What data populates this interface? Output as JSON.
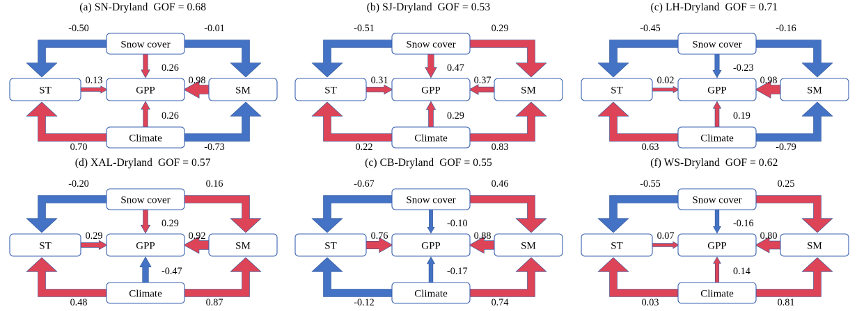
{
  "figure": {
    "colors": {
      "positive": "#DD4457",
      "negative": "#4472C4",
      "box_border": "#3A61B0",
      "box_fill": "#FFFFFF",
      "text": "#000000",
      "background": "#FFFFFF"
    },
    "nodes": {
      "snow": "Snow cover",
      "st": "ST",
      "gpp": "GPP",
      "sm": "SM",
      "climate": "Climate"
    },
    "panels": [
      {
        "id": "panel-a",
        "title": "(a) SN-Dryland  GOF = 0.68",
        "letter": "(a)",
        "site": "SN-Dryland",
        "gof": "0.68",
        "paths": {
          "snow_to_st": "-0.50",
          "snow_to_sm": "-0.01",
          "snow_to_gpp": "0.26",
          "st_to_gpp": "0.13",
          "sm_to_gpp": "0.98",
          "climate_to_gpp": "0.26",
          "climate_to_st": "0.70",
          "climate_to_sm": "-0.73"
        }
      },
      {
        "id": "panel-b",
        "title": "(b) SJ-Dryland  GOF = 0.53",
        "letter": "(b)",
        "site": "SJ-Dryland",
        "gof": "0.53",
        "paths": {
          "snow_to_st": "-0.51",
          "snow_to_sm": "0.29",
          "snow_to_gpp": "0.47",
          "st_to_gpp": "0.31",
          "sm_to_gpp": "0.37",
          "climate_to_gpp": "0.29",
          "climate_to_st": "0.22",
          "climate_to_sm": "0.83"
        }
      },
      {
        "id": "panel-c",
        "title": "(c) LH-Dryland  GOF = 0.71",
        "letter": "(c)",
        "site": "LH-Dryland",
        "gof": "0.71",
        "paths": {
          "snow_to_st": "-0.45",
          "snow_to_sm": "-0.16",
          "snow_to_gpp": "-0.23",
          "st_to_gpp": "0.02",
          "sm_to_gpp": "0.98",
          "climate_to_gpp": "0.19",
          "climate_to_st": "0.63",
          "climate_to_sm": "-0.79"
        }
      },
      {
        "id": "panel-d",
        "title": "(d) XAL-Dryland  GOF = 0.57",
        "letter": "(d)",
        "site": "XAL-Dryland",
        "gof": "0.57",
        "paths": {
          "snow_to_st": "-0.20",
          "snow_to_sm": "0.16",
          "snow_to_gpp": "0.29",
          "st_to_gpp": "0.29",
          "sm_to_gpp": "0.92",
          "climate_to_gpp": "-0.47",
          "climate_to_st": "0.48",
          "climate_to_sm": "0.87"
        }
      },
      {
        "id": "panel-e",
        "title": "(c) CB-Dryland  GOF = 0.55",
        "letter": "(c)",
        "site": "CB-Dryland",
        "gof": "0.55",
        "paths": {
          "snow_to_st": "-0.67",
          "snow_to_sm": "0.46",
          "snow_to_gpp": "-0.10",
          "st_to_gpp": "0.76",
          "sm_to_gpp": "0.88",
          "climate_to_gpp": "-0.17",
          "climate_to_st": "-0.12",
          "climate_to_sm": "0.74"
        }
      },
      {
        "id": "panel-f",
        "title": "(f) WS-Dryland  GOF = 0.62",
        "letter": "(f)",
        "site": "WS-Dryland",
        "gof": "0.62",
        "paths": {
          "snow_to_st": "-0.55",
          "snow_to_sm": "0.25",
          "snow_to_gpp": "-0.16",
          "st_to_gpp": "0.07",
          "sm_to_gpp": "0.80",
          "climate_to_gpp": "0.14",
          "climate_to_st": "0.03",
          "climate_to_sm": "0.81"
        }
      }
    ]
  }
}
